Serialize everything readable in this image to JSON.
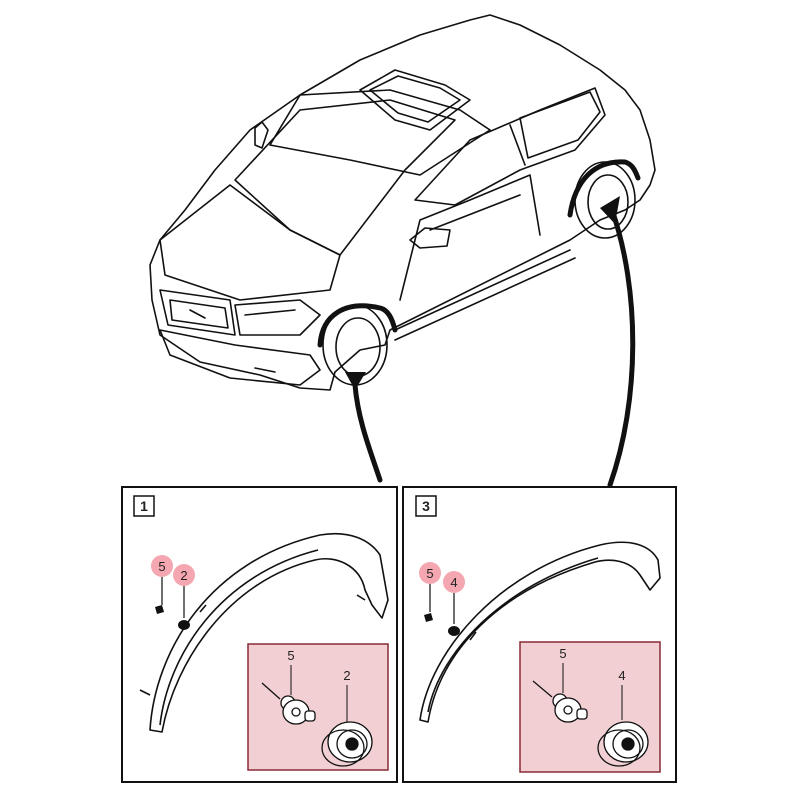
{
  "panels": [
    {
      "id": "1",
      "labels": {
        "screw": "5",
        "clip": "2"
      },
      "detail": {
        "screw": "5",
        "clip": "2"
      }
    },
    {
      "id": "3",
      "labels": {
        "screw": "5",
        "clip": "4"
      },
      "detail": {
        "screw": "5",
        "clip": "4"
      }
    }
  ],
  "colors": {
    "line": "#111111",
    "highlight_fill": "#f4a7b0",
    "detail_fill": "#f2cfd3",
    "detail_border": "#8a2a35"
  }
}
